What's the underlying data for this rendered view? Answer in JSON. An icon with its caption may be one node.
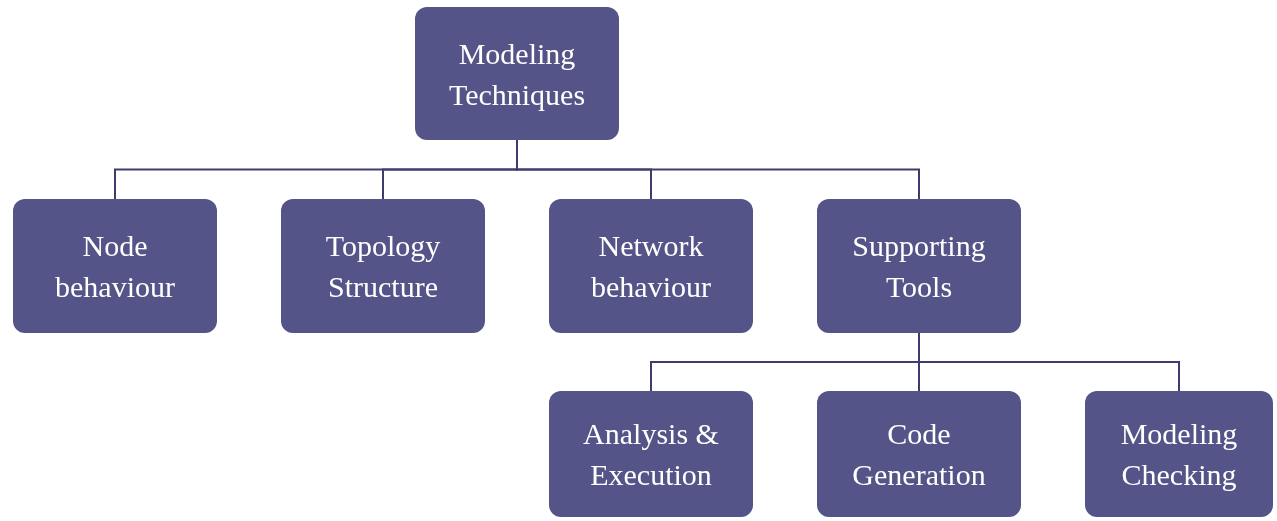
{
  "diagram": {
    "nodes": [
      {
        "text": [
          "Modeling Techniques"
        ]
      },
      {
        "text": [
          "Node behaviour"
        ]
      },
      {
        "text": [
          "Topology Structure"
        ]
      },
      {
        "text": [
          "Network behaviour"
        ]
      },
      {
        "text": [
          "Supporting Tools"
        ]
      },
      {
        "text": [
          "Analysis & Execution"
        ]
      },
      {
        "text": [
          "Code Generation"
        ]
      },
      {
        "text": [
          "Modeling Checking"
        ]
      }
    ],
    "edges": [
      {
        "from": 0,
        "to": 1,
        "arrow": "none"
      },
      {
        "from": 0,
        "to": 2,
        "arrow": "none"
      },
      {
        "from": 0,
        "to": 3,
        "arrow": "none"
      },
      {
        "from": 0,
        "to": 4,
        "arrow": "none"
      },
      {
        "from": 4,
        "to": 5,
        "arrow": "none"
      },
      {
        "from": 4,
        "to": 6,
        "arrow": "none"
      },
      {
        "from": 4,
        "to": 7,
        "arrow": "none"
      }
    ]
  }
}
